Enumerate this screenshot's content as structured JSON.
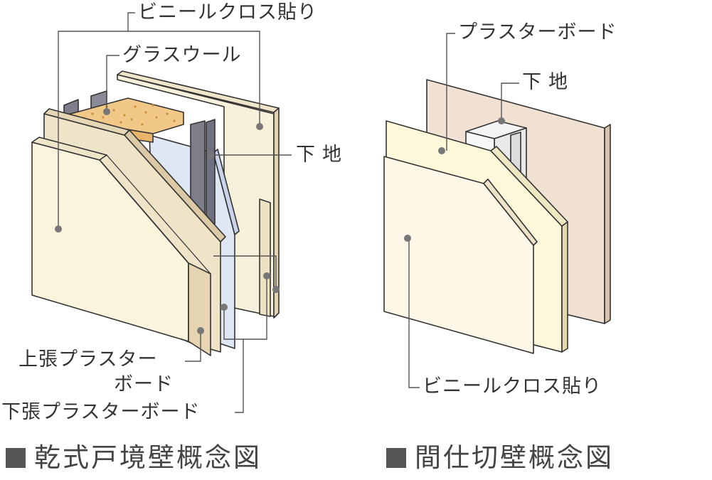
{
  "figures": {
    "left": {
      "title": "乾式戸境壁概念図",
      "labels": {
        "vinyl_cloth_top": "ビニールクロス貼り",
        "glass_wool": "グラスウール",
        "studs": "下地",
        "upper_board_line1": "上張プラスター",
        "upper_board_line2": "ボード",
        "lower_board": "下張プラスターボード"
      }
    },
    "right": {
      "title": "間仕切壁概念図",
      "labels": {
        "plaster_board": "プラスターボード",
        "studs": "下地",
        "vinyl_cloth": "ビニールクロス貼り"
      }
    }
  },
  "colors": {
    "board_cream": "#f7f0d8",
    "board_edge": "#e6d5b3",
    "board_pink": "#f0e1d3",
    "board_yellow": "#fdf8da",
    "glass_wool": "#f1c887",
    "stud_gray": "#7d7e8a",
    "blue_panel": "#dfe6f4",
    "line": "#333333",
    "leader": "#555555"
  }
}
